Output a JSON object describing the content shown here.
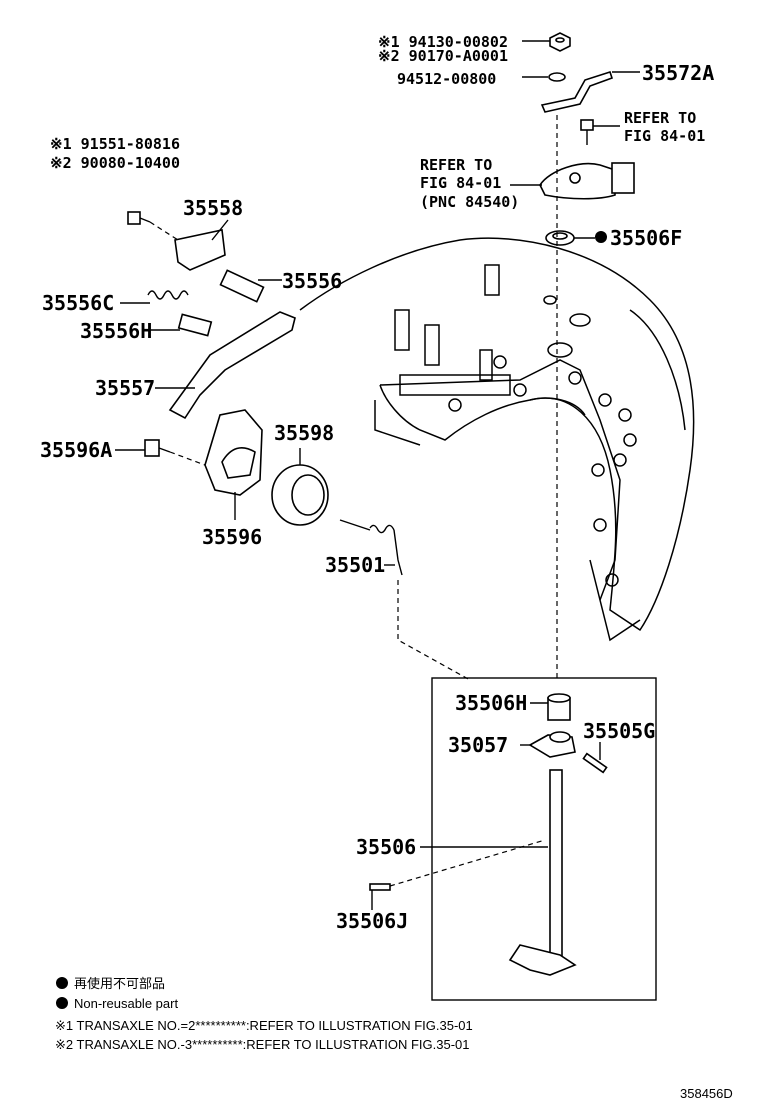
{
  "labels": {
    "nut_s1": "※1 94130-00802",
    "nut_s2": "※2 90170-A0001",
    "washer": "94512-00800",
    "bracket": "35572A",
    "refer_bolt_1": "REFER TO",
    "refer_bolt_2": "FIG 84-01",
    "refer_sw_1": "REFER TO",
    "refer_sw_2": "FIG 84-01",
    "refer_sw_3": "(PNC 84540)",
    "seal_f": "35506F",
    "bolt_s1": "※1 91551-80816",
    "bolt_s2": "※2 90080-10400",
    "p35558": "35558",
    "p35556": "35556",
    "p35556c": "35556C",
    "p35556h": "35556H",
    "p35557": "35557",
    "p35596a": "35596A",
    "p35596": "35596",
    "p35598": "35598",
    "p35501": "35501",
    "p35506h": "35506H",
    "p35057": "35057",
    "p35505g": "35505G",
    "p35506": "35506",
    "p35506j": "35506J"
  },
  "legend": {
    "non_reusable_jp": "再使用不可部品",
    "non_reusable_en": "Non-reusable part",
    "note1": "※1  TRANSAXLE NO.=2**********:REFER TO ILLUSTRATION FIG.35-01",
    "note2": "※2  TRANSAXLE NO.-3**********:REFER TO ILLUSTRATION FIG.35-01"
  },
  "figure_id": "358456D"
}
